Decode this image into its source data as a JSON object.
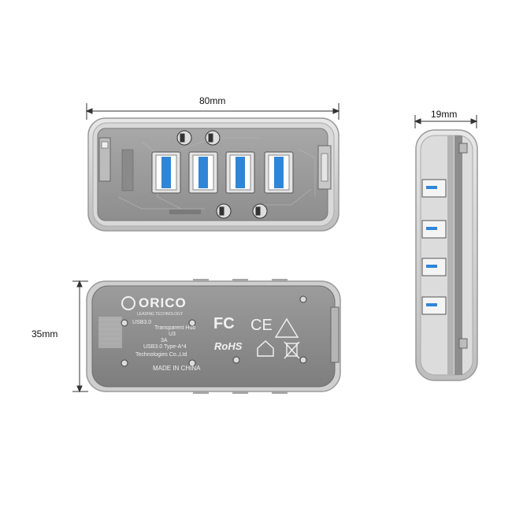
{
  "dimensions": {
    "width_label": "80mm",
    "depth_label": "19mm",
    "height_label": "35mm"
  },
  "brand": {
    "name": "ORICO",
    "tagline": "LEADING TECHNOLOGY"
  },
  "back_label": {
    "lines": [
      "USB3.0",
      "Transparent Hub",
      "U3",
      "3A",
      "USB3.0 Type-A*4",
      "Technologies Co.,Ltd"
    ],
    "made_in": "MADE IN CHINA"
  },
  "certifications": [
    "FC",
    "CE",
    "RoHS"
  ],
  "colors": {
    "shell": "#c8c8c8",
    "pcb": "#9a9a9a",
    "usb_blue": "#2f86d8",
    "dimension_line": "#333333"
  }
}
